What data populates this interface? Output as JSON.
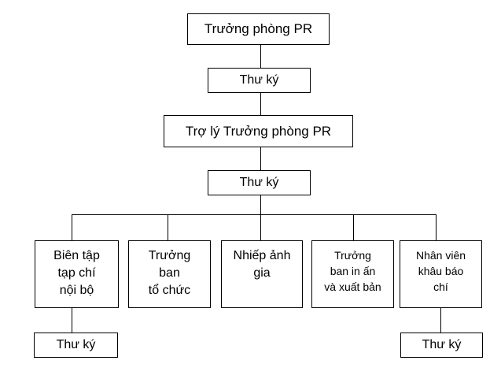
{
  "org_chart": {
    "head": "Trưởng phòng PR",
    "head_secretary": "Thư ký",
    "assistant": "Trợ lý Trưởng phòng PR",
    "assistant_secretary": "Thư ký",
    "departments": [
      {
        "label": "Biên tập\ntạp chí\nnội bộ",
        "secretary": "Thư ký"
      },
      {
        "label": "Trưởng\nban\ntổ chức"
      },
      {
        "label": "Nhiếp ảnh\ngia"
      },
      {
        "label": "Trưởng\nban in ấn\nvà xuất bản"
      },
      {
        "label": "Nhân viên\nkhâu báo\nchí",
        "secretary": "Thư ký"
      }
    ]
  }
}
